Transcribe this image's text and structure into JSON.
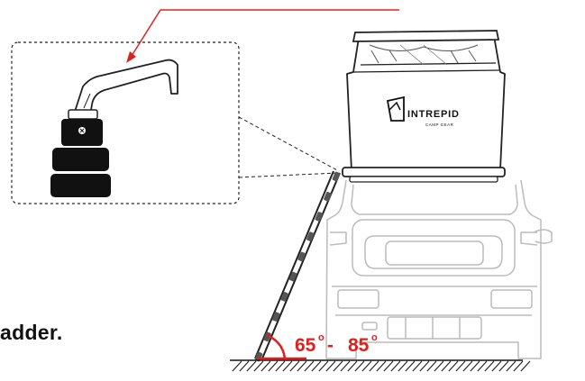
{
  "brand": {
    "name": "INTREPID",
    "tagline": "CAMP GEAR"
  },
  "angle_label": {
    "min": "65",
    "max": "85",
    "degree": "o",
    "separator": " - "
  },
  "caption": {
    "text": "adder."
  },
  "colors": {
    "callout": "#e0201f",
    "line": "#333333",
    "light_line": "#bbbbbb",
    "ladder_cap": "#555555"
  }
}
